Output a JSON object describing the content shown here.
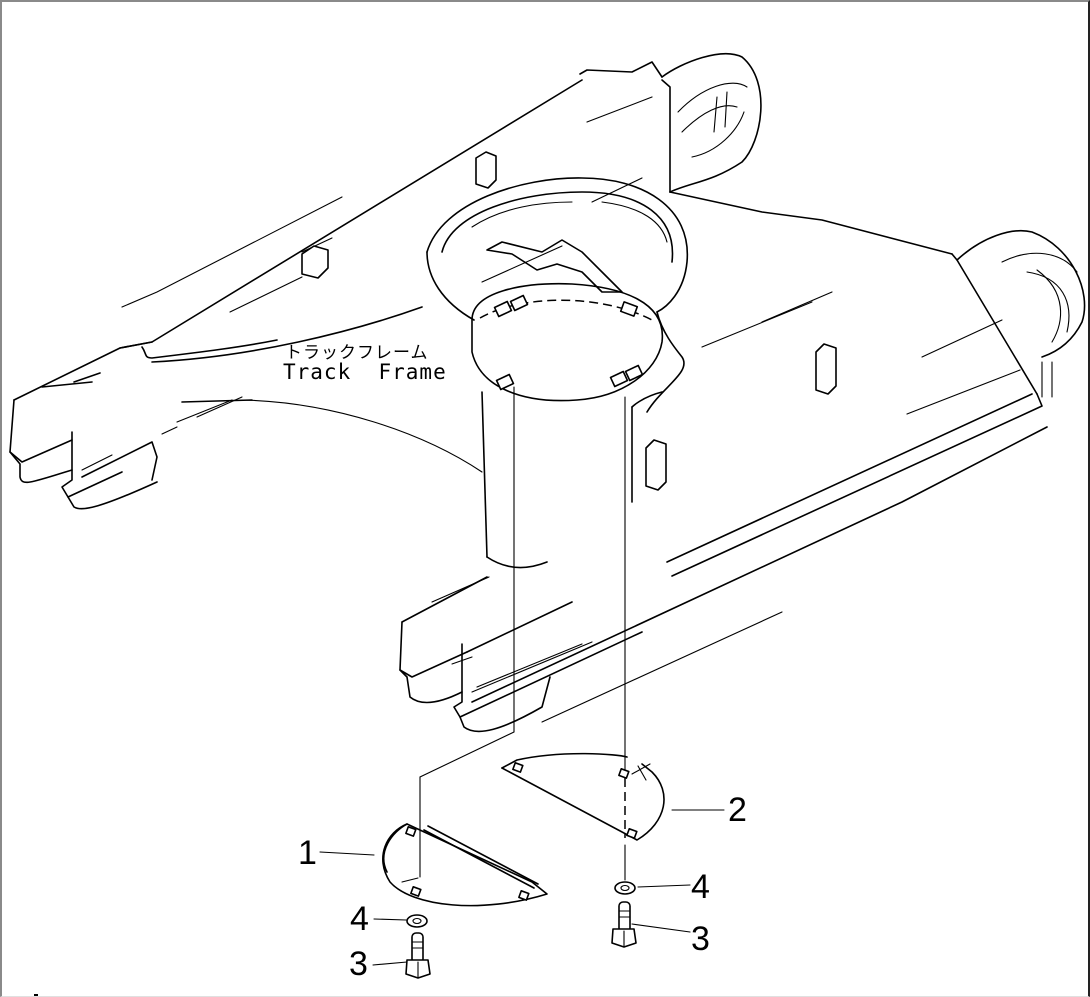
{
  "diagram": {
    "type": "exploded parts diagram",
    "assembly_label": {
      "japanese": "トラックフレーム",
      "english": "Track  Frame"
    },
    "callouts": [
      {
        "number": "1",
        "part": "cover plate (left)"
      },
      {
        "number": "2",
        "part": "cover plate (right)"
      },
      {
        "number": "3",
        "part": "bolt"
      },
      {
        "number": "4",
        "part": "washer"
      },
      {
        "number": "4",
        "part": "washer"
      },
      {
        "number": "3",
        "part": "bolt"
      }
    ],
    "colors": {
      "line": "#000000",
      "background": "#ffffff",
      "frame_border": "#8a8a8a"
    }
  }
}
